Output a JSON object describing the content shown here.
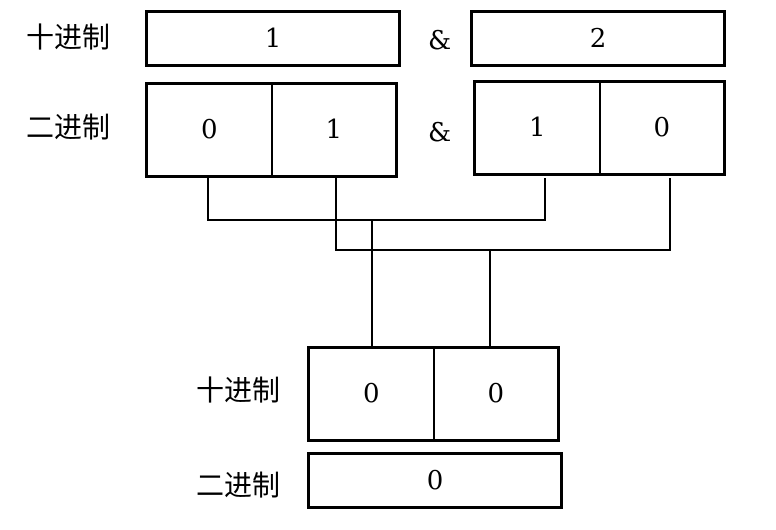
{
  "labels": {
    "decimal": "十进制",
    "binary": "二进制"
  },
  "operator": "&",
  "operand_a": {
    "decimal": "1",
    "bits": [
      "0",
      "1"
    ]
  },
  "operand_b": {
    "decimal": "2",
    "bits": [
      "1",
      "0"
    ]
  },
  "result": {
    "bits": [
      "0",
      "0"
    ],
    "value": "0"
  }
}
